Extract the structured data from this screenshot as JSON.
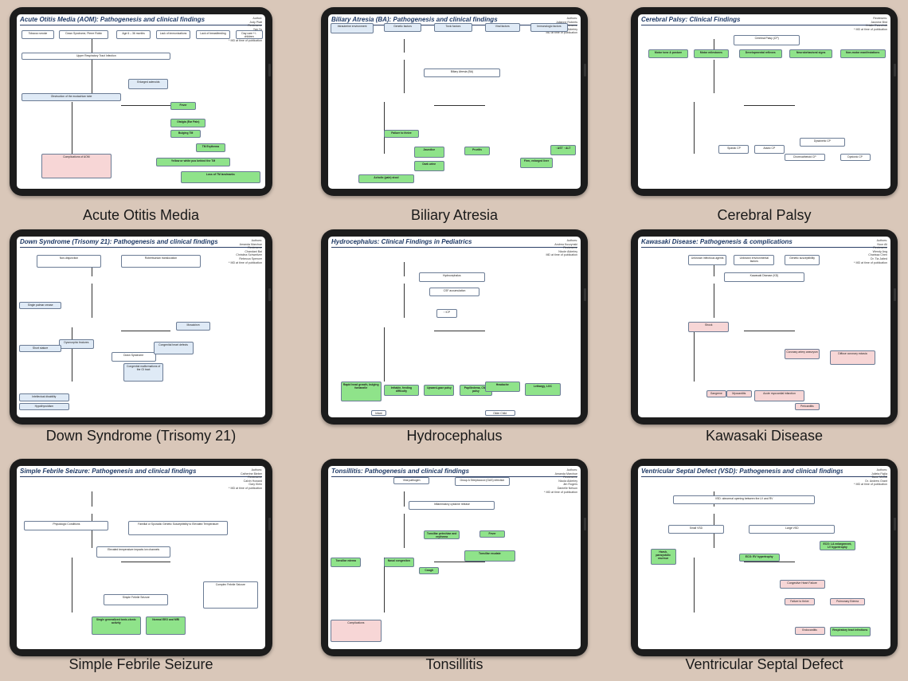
{
  "gallery": {
    "cards": [
      {
        "caption": "Acute Otitis Media",
        "doc_title": "Acute Otitis Media (AOM): Pathogenesis and clinical findings",
        "authors": "Author:\nJody Platt\nReviewers:\nYan Yu\nElizabeth De Kort\nDanielle Nelson\n* MD at time of publication",
        "nodes": [
          "Tobacco smoke",
          "Down Syndrome, Pierre Robin",
          "Age 6 – 36 months",
          "Lack of immunizations",
          "Lack of breastfeeding",
          "Day care +/- children",
          "Upper Respiratory Tract Infection",
          "Enlarged adenoids",
          "Obstruction of the eustachian tube",
          "Fever",
          "Otalgia (Ear Pain)",
          "Bulging TM",
          "TM Erythema",
          "Yellow or white pus behind the TM",
          "Loss of TM landmarks",
          "Complications of AOM"
        ]
      },
      {
        "caption": "Biliary Atresia",
        "doc_title": "Biliary Atresia (BA): Pathogenesis and clinical findings",
        "authors": "Authors:\nJulianne Roberts\nReviewers:\nNicole Alderley\nMD at time of publication",
        "nodes": [
          "Intrauterine environment",
          "Genetic factors",
          "Toxic factors",
          "Viral factors",
          "Immunologic factors",
          "Biliary Atresia (BA)",
          "Jaundice",
          "Pruritis",
          "Dark urine",
          "Acholic (pale) stool",
          "Failure to thrive",
          "Firm, enlarged liver",
          "↑ AST ↑ ALT"
        ]
      },
      {
        "caption": "Cerebral Palsy",
        "doc_title": "Cerebral Palsy: Clinical Findings",
        "authors": "Reviewers:\nJasmine Bird\nKristin Evanchuk\n* MD at time of publication",
        "nodes": [
          "Cerebral Palsy (CP)",
          "Motor tone & posture",
          "Motor milestones",
          "Developmental reflexes",
          "Neurobehavioral signs",
          "Non-motor manifestations",
          "Spastic CP",
          "Ataxic CP",
          "Dyskinetic CP",
          "Choreoathetoid CP",
          "Dystonic CP"
        ]
      },
      {
        "caption": "Down Syndrome (Trisomy 21)",
        "doc_title": "Down Syndrome (Trisomy 21): Pathogenesis and clinical findings",
        "authors": "Authors:\nAmanda Marchue\nReviewers:\nChandani Bal\nChristina Schweitzer\nRebecca Spencer\n* MD at time of publication",
        "nodes": [
          "Non-disjunction",
          "Robertsonian translocation",
          "Mosaicism",
          "Down Syndrome",
          "Dysmorphic features",
          "Congenital heart defects",
          "Congenital malformations of the GI tract",
          "Single palmar crease",
          "Short stature",
          "Intellectual disability",
          "Hypothyroidism"
        ]
      },
      {
        "caption": "Hydrocephalus",
        "doc_title": "Hydrocephalus: Clinical Findings in Pediatrics",
        "authors": "Authors:\nAndrea Kuczynski\nReviewers:\nNicole Alderley\nMD at time of publication",
        "nodes": [
          "Hydrocephalus",
          "CSF accumulation",
          "↑ ICP",
          "Rapid head growth, bulging fontanelle",
          "Irritable, feeding difficulty",
          "Upward-gaze palsy",
          "Papilledema, CN 6 palsy",
          "Headache",
          "Lethargy, LOC",
          "Infant",
          "Older Child"
        ]
      },
      {
        "caption": "Kawasaki Disease",
        "doc_title": "Kawasaki Disease: Pathogenesis & complications",
        "authors": "Authors:\nNoor Ali\nReviewers:\nWendy Ang\nCharissa Chen\nDr. Tia Jaited\n* MD at time of publication",
        "nodes": [
          "Unknown infectious agents",
          "Unknown environmental factors",
          "Genetic susceptibility",
          "Kawasaki Disease (KD)",
          "Shock",
          "Coronary artery aneurysm",
          "Diffuse coronary ectasia",
          "Acute myocardial infarction",
          "Gangrene",
          "Myocarditis",
          "Pericarditis"
        ]
      },
      {
        "caption": "Simple Febrile Seizure",
        "doc_title": "Simple Febrile Seizure: Pathogenesis and clinical findings",
        "authors": "Authors:\nCatherine Bieber\nReviewers:\nCalvin Howard\nGary Klein\n* MD at time of publication",
        "nodes": [
          "Physiologic Conditions",
          "Familial or Sporadic Genetic Susceptibility to Elevated Temperature",
          "Elevated temperature impacts ion channels",
          "Simple Febrile Seizure",
          "Single generalized tonic-clonic activity",
          "Normal EEG and MRI",
          "Complex Febrile Seizure"
        ]
      },
      {
        "caption": "Tonsillitis",
        "doc_title": "Tonsillitis: Pathogenesis and clinical findings",
        "authors": "Authors:\nAmanda Marchue\nReviewers:\nNicola Alderley\nJim Rogers\nDanielle Nelson\n* MD at time of publication",
        "nodes": [
          "Viral pathogen",
          "Group A Streptococci (GAS) infection",
          "Inflammatory cytokine release",
          "Tonsillar petechiae and erythema",
          "Fever",
          "Tonsillar exudate",
          "Tonsillar edema",
          "Nasal congestion",
          "Cough",
          "Complications"
        ]
      },
      {
        "caption": "Ventricular Septal Defect",
        "doc_title": "Ventricular Septal Defect (VSD): Pathogenesis and clinical findings",
        "authors": "Authors:\nJulieta Fiqlla\nDave McGill\nDr. Andrew Grant\n* MD at time of publication",
        "nodes": [
          "VSD: abnormal opening between the LV and RV",
          "Small VSD",
          "Large VSD",
          "Harsh, pansystolic murmur",
          "ECG: LA enlargement, LV hypertrophy",
          "ECG: RV hypertrophy",
          "Congestive Heart Failure",
          "Failure to thrive",
          "Pulmonary Edema",
          "Endocarditis",
          "Respiratory tract infections"
        ]
      }
    ]
  }
}
